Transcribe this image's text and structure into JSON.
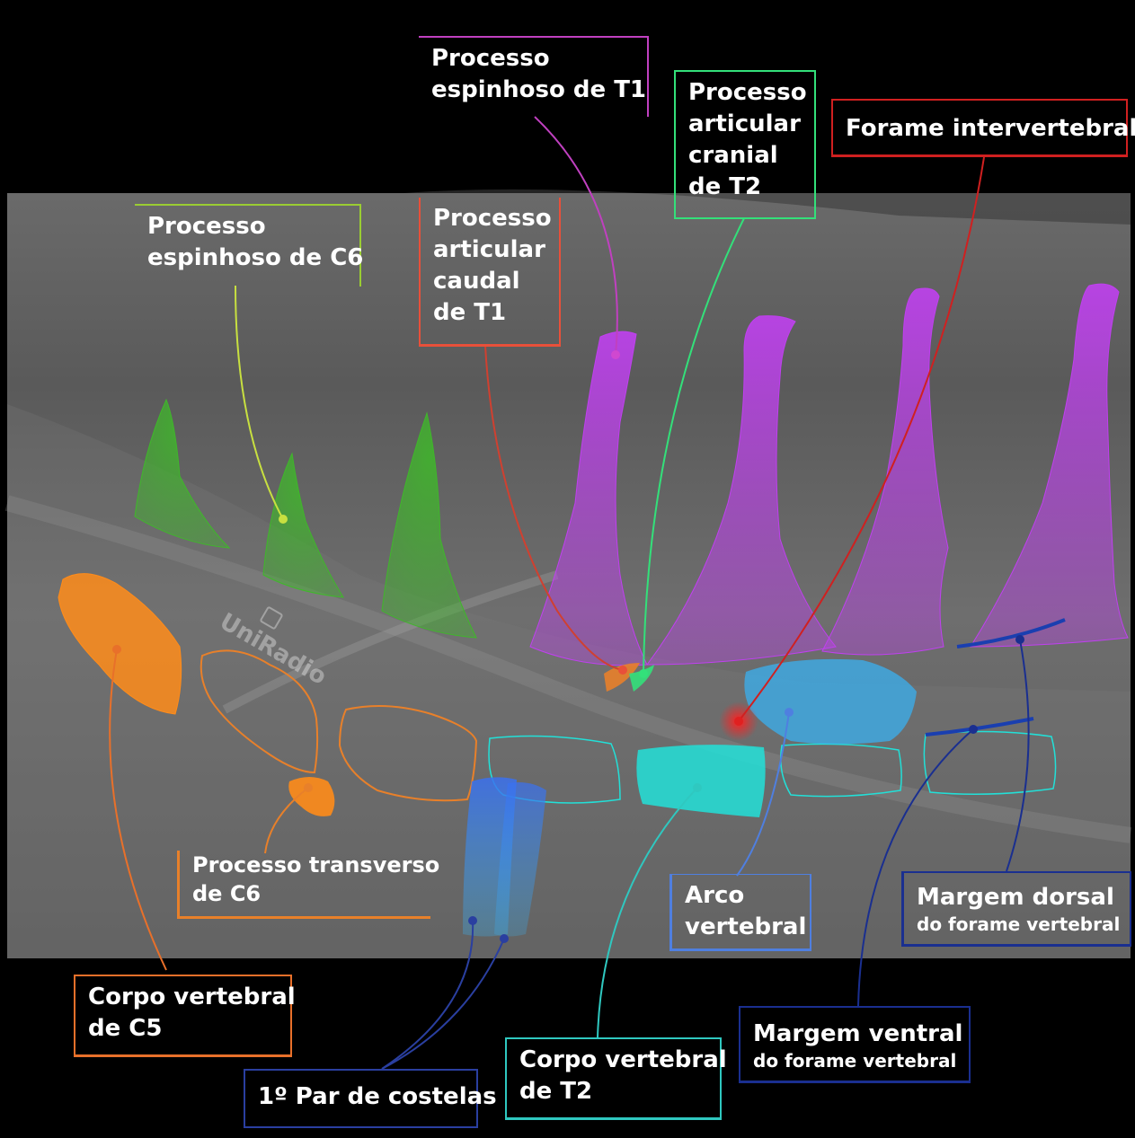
{
  "watermark": "UniRadio",
  "labels": {
    "spinous_c6": [
      "Processo",
      "espinhoso de C6"
    ],
    "spinous_t1": [
      "Processo",
      "espinhoso de T1"
    ],
    "caudal_articular_t1": [
      "Processo",
      "articular",
      "caudal",
      "de T1"
    ],
    "cranial_articular_t2": [
      "Processo",
      "articular",
      "cranial",
      "de T2"
    ],
    "intervertebral_foramen": "Forame intervertebral",
    "transverse_c6": [
      "Processo transverso",
      "de C6"
    ],
    "vertebral_body_c5": [
      "Corpo vertebral",
      "de C5"
    ],
    "first_rib_pair": "1º Par de costelas",
    "vertebral_body_t2": [
      "Corpo vertebral",
      "de T2"
    ],
    "vertebral_arch": [
      "Arco",
      "vertebral"
    ],
    "dorsal_margin": {
      "main": "Margem  dorsal",
      "sub": "do forame vertebral"
    },
    "ventral_margin": {
      "main": "Margem ventral",
      "sub": "do forame vertebral"
    }
  },
  "colors": {
    "spinous_c6": "#9acd32",
    "spinous_t1": "#cc44cc",
    "caudal_articular_t1": "#e8503a",
    "cranial_articular_t2": "#33e07a",
    "intervertebral_foramen": "#e02020",
    "transverse_c6": "#e8802a",
    "vertebral_body_c5": "#e8702a",
    "first_rib_pair": "#2a3fa0",
    "vertebral_body_t2": "#2fc8c0",
    "vertebral_arch": "#4f7fe0",
    "dorsal_margin": "#1a2f90",
    "ventral_margin": "#1a2f90",
    "orange_region": "#ff8c1a",
    "green_region": "#3fb82a",
    "purple_region": "#c040f0",
    "cyan_region": "#22e0d8",
    "lightblue_region": "#3ab0f0"
  }
}
